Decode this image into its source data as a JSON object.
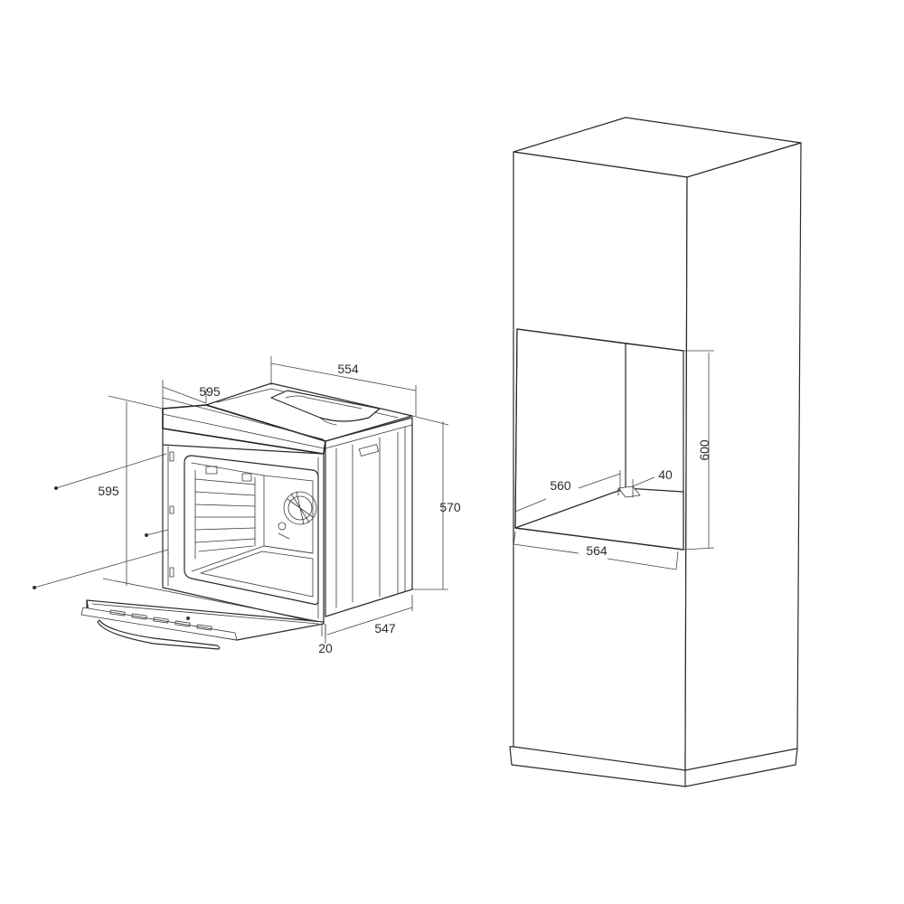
{
  "oven_dimensions": {
    "top_depth": "554",
    "front_width": "595",
    "front_height": "595",
    "body_height": "570",
    "body_depth": "547",
    "front_panel_offset": "20"
  },
  "cabinet_dimensions": {
    "niche_height": "600",
    "niche_depth": "560",
    "vent_gap": "40",
    "niche_width": "564"
  }
}
